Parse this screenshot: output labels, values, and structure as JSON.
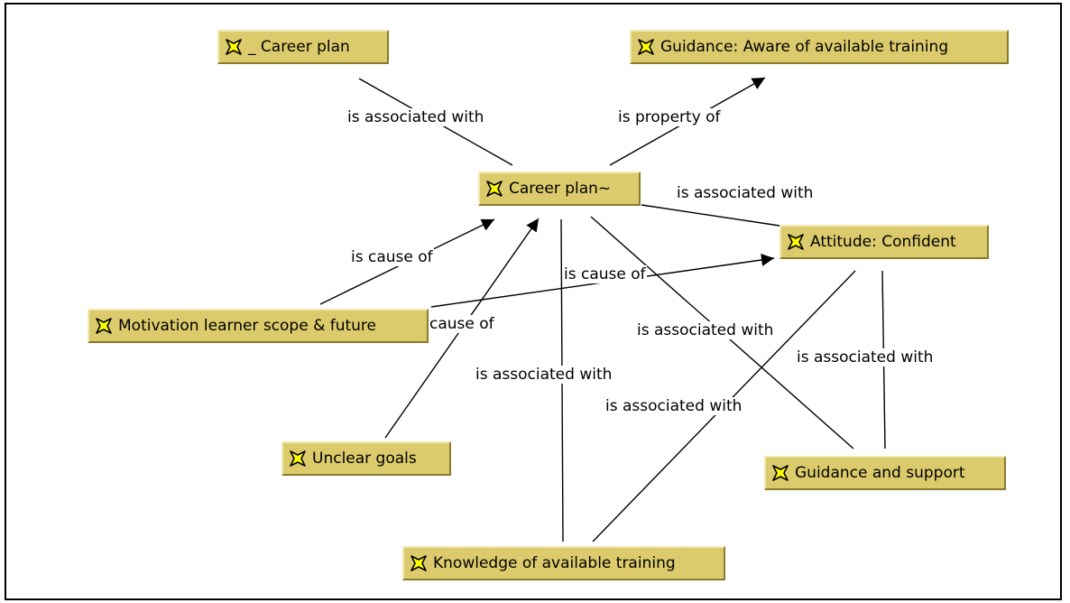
{
  "nodes": {
    "career_plan_top": "_ Career plan",
    "guidance_aware": "Guidance: Aware of available training",
    "career_plan": "Career plan~",
    "attitude_confident": "Attitude: Confident",
    "motivation": "Motivation learner scope & future",
    "unclear_goals": "Unclear goals",
    "guidance_support": "Guidance and support",
    "knowledge_training": "Knowledge of available training"
  },
  "edge_labels": {
    "top_assoc": "is associated with",
    "property_of": "is property of",
    "cp_attitude_assoc": "is associated with",
    "motivation_cause": "is cause of",
    "motivation_attitude_cause": "is cause of",
    "unclear_cause": "cause of",
    "cp_guidance_assoc": "is associated with",
    "cp_knowledge_assoc": "is associated with",
    "attitude_knowledge_assoc": "is associated with",
    "attitude_guidance_assoc": "is associated with"
  },
  "icon": "concept-star-icon",
  "colors": {
    "node_fill": "#dccb6c",
    "icon": "#ffff00",
    "edge": "#000000"
  }
}
